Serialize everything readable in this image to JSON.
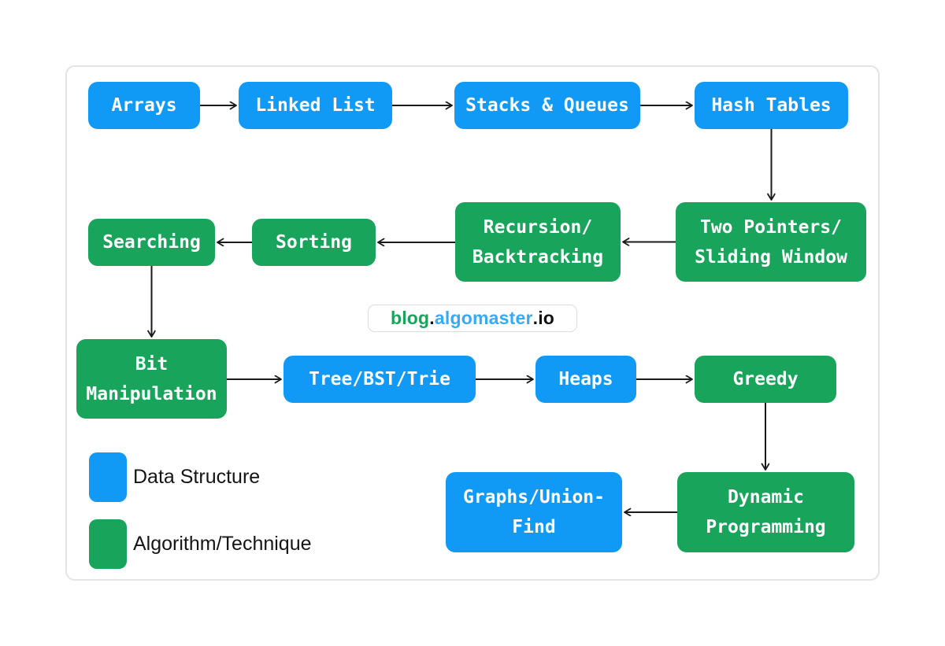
{
  "colors": {
    "data_structure_blue": "#119af5",
    "algorithm_green": "#18a45a",
    "badge_blue": "#35abf8",
    "arrow": "#1a1a1a",
    "card_border": "#e4e4e4"
  },
  "diagram": {
    "nodes": [
      {
        "id": "arrays",
        "type": "data-structure",
        "lines": [
          "Arrays"
        ]
      },
      {
        "id": "linked-list",
        "type": "data-structure",
        "lines": [
          "Linked List"
        ]
      },
      {
        "id": "stacks-queues",
        "type": "data-structure",
        "lines": [
          "Stacks & Queues"
        ]
      },
      {
        "id": "hash-tables",
        "type": "data-structure",
        "lines": [
          "Hash Tables"
        ]
      },
      {
        "id": "two-pointers",
        "type": "algorithm-technique",
        "lines": [
          "Two Pointers/",
          "Sliding Window"
        ]
      },
      {
        "id": "recursion",
        "type": "algorithm-technique",
        "lines": [
          "Recursion/",
          "Backtracking"
        ]
      },
      {
        "id": "sorting",
        "type": "algorithm-technique",
        "lines": [
          "Sorting"
        ]
      },
      {
        "id": "searching",
        "type": "algorithm-technique",
        "lines": [
          "Searching"
        ]
      },
      {
        "id": "bit-manipulation",
        "type": "algorithm-technique",
        "lines": [
          "Bit",
          "Manipulation"
        ]
      },
      {
        "id": "tree-bst-trie",
        "type": "data-structure",
        "lines": [
          "Tree/BST/Trie"
        ]
      },
      {
        "id": "heaps",
        "type": "data-structure",
        "lines": [
          "Heaps"
        ]
      },
      {
        "id": "greedy",
        "type": "algorithm-technique",
        "lines": [
          "Greedy"
        ]
      },
      {
        "id": "dynamic-programming",
        "type": "algorithm-technique",
        "lines": [
          "Dynamic",
          "Programming"
        ]
      },
      {
        "id": "graphs-union-find",
        "type": "data-structure",
        "lines": [
          "Graphs/Union-",
          "Find"
        ]
      }
    ],
    "edges": [
      {
        "from": "arrays",
        "to": "linked-list",
        "dir": "right"
      },
      {
        "from": "linked-list",
        "to": "stacks-queues",
        "dir": "right"
      },
      {
        "from": "stacks-queues",
        "to": "hash-tables",
        "dir": "right"
      },
      {
        "from": "hash-tables",
        "to": "two-pointers",
        "dir": "down"
      },
      {
        "from": "two-pointers",
        "to": "recursion",
        "dir": "left"
      },
      {
        "from": "recursion",
        "to": "sorting",
        "dir": "left"
      },
      {
        "from": "sorting",
        "to": "searching",
        "dir": "left"
      },
      {
        "from": "searching",
        "to": "bit-manipulation",
        "dir": "down"
      },
      {
        "from": "bit-manipulation",
        "to": "tree-bst-trie",
        "dir": "right"
      },
      {
        "from": "tree-bst-trie",
        "to": "heaps",
        "dir": "right"
      },
      {
        "from": "heaps",
        "to": "greedy",
        "dir": "right"
      },
      {
        "from": "greedy",
        "to": "dynamic-programming",
        "dir": "down"
      },
      {
        "from": "dynamic-programming",
        "to": "graphs-union-find",
        "dir": "left"
      }
    ]
  },
  "badge": {
    "parts": [
      {
        "text": "blog",
        "color": "green"
      },
      {
        "text": ".",
        "color": "dark"
      },
      {
        "text": "algomaster",
        "color": "blue"
      },
      {
        "text": ".",
        "color": "dark"
      },
      {
        "text": "io",
        "color": "dark"
      }
    ]
  },
  "legend": {
    "items": [
      {
        "swatch": "blue",
        "label": "Data Structure"
      },
      {
        "swatch": "green",
        "label": "Algorithm/Technique"
      }
    ]
  }
}
